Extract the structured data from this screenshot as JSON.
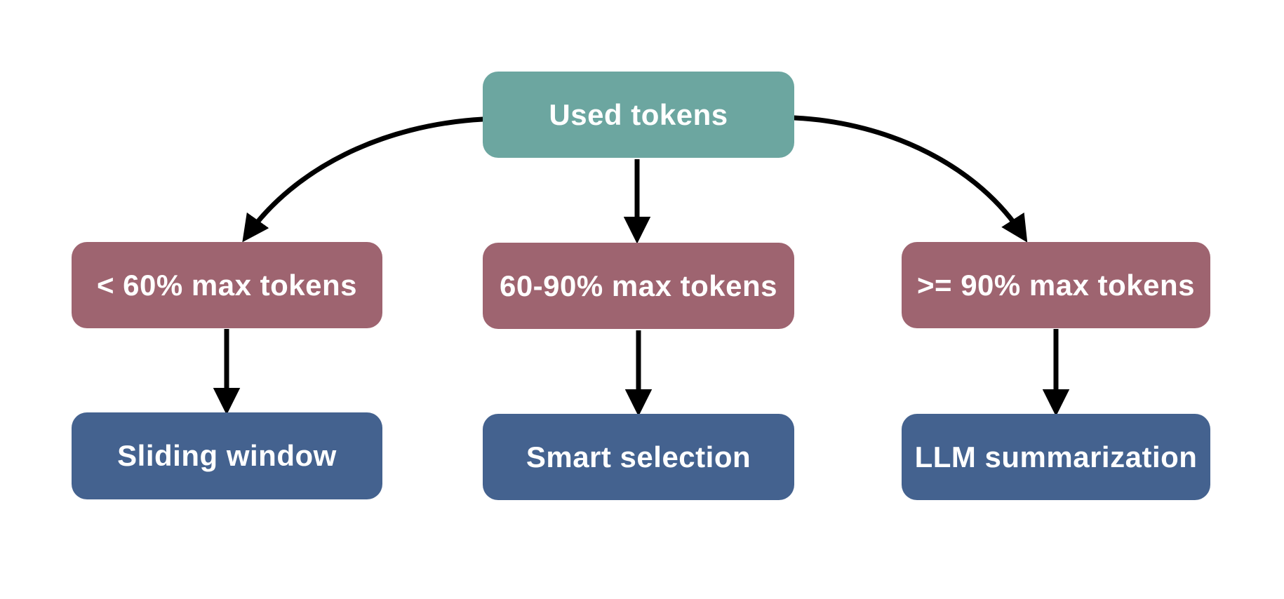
{
  "diagram": {
    "title": "token-usage-strategy-flowchart",
    "root": {
      "label": "Used tokens"
    },
    "branches": [
      {
        "condition": "< 60% max tokens",
        "action": "Sliding window"
      },
      {
        "condition": "60-90% max tokens",
        "action": "Smart selection"
      },
      {
        "condition": ">= 90% max tokens",
        "action": "LLM summarization"
      }
    ],
    "colors": {
      "root_fill": "#6CA6A0",
      "condition_fill": "#9E6470",
      "action_fill": "#44628F",
      "label_text": "#FFFFFF",
      "arrow": "#000000",
      "background": "#FFFFFF"
    }
  }
}
